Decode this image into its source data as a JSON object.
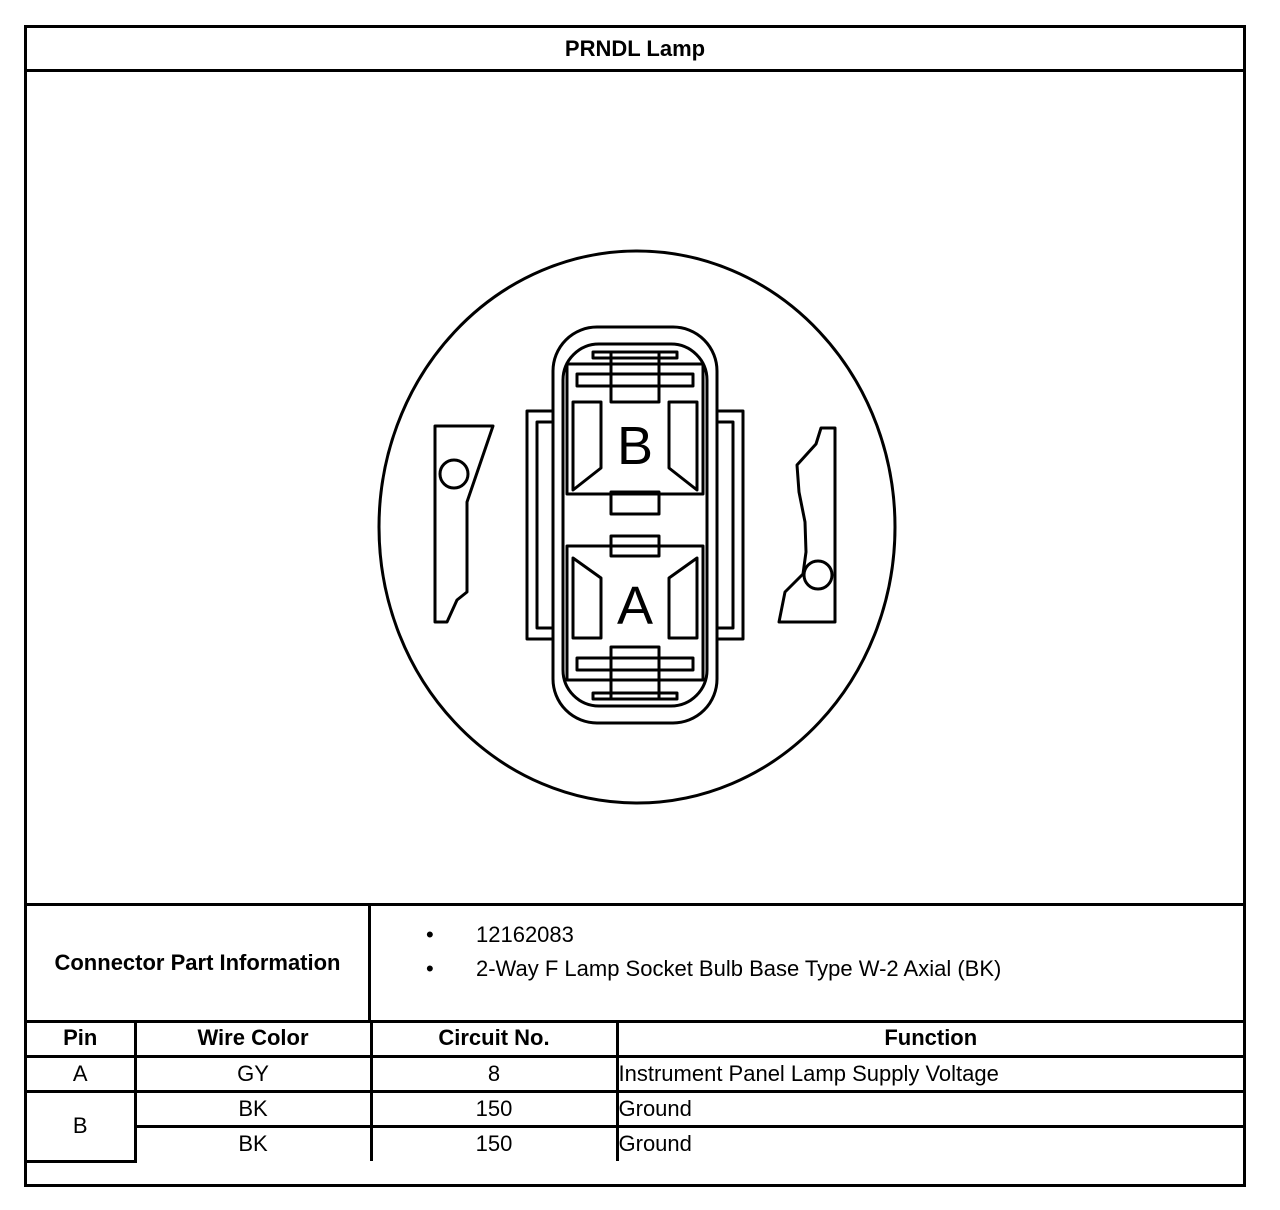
{
  "title": "PRNDL Lamp",
  "diagram": {
    "cavity_labels": [
      "B",
      "A"
    ]
  },
  "connector_info": {
    "label": "Connector Part Information",
    "items": [
      "12162083",
      "2-Way F Lamp Socket Bulb Base Type W-2 Axial (BK)"
    ],
    "bullet": "•"
  },
  "pin_table": {
    "headers": [
      "Pin",
      "Wire Color",
      "Circuit No.",
      "Function"
    ],
    "rows": [
      {
        "pin": "A",
        "wire_color": "GY",
        "circuit": "8",
        "function": "Instrument Panel Lamp Supply Voltage"
      },
      {
        "pin": "B",
        "wire_color": "BK",
        "circuit": "150",
        "function": "Ground"
      },
      {
        "pin": "",
        "wire_color": "BK",
        "circuit": "150",
        "function": "Ground"
      }
    ]
  }
}
